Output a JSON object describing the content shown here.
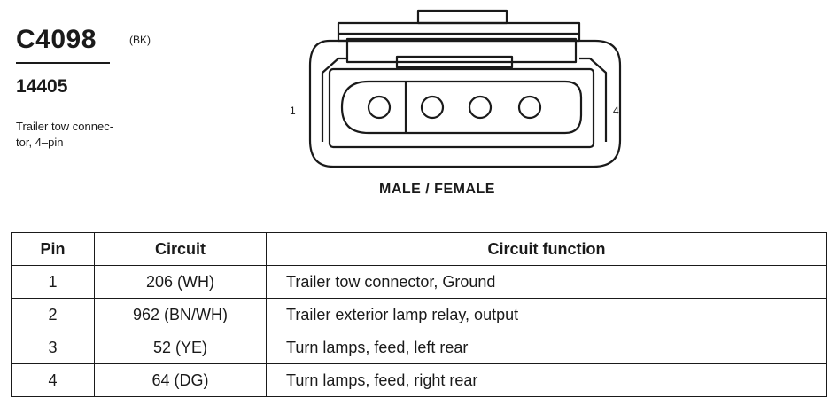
{
  "connector": {
    "id": "C4098",
    "color_code": "(BK)",
    "part_number": "14405",
    "description_line1": "Trailer tow connec-",
    "description_line2": "tor, 4–pin"
  },
  "diagram": {
    "pin_start_label": "1",
    "pin_end_label": "4",
    "gender_label": "MALE / FEMALE"
  },
  "table": {
    "headers": {
      "pin": "Pin",
      "circuit": "Circuit",
      "function": "Circuit function"
    },
    "rows": [
      {
        "pin": "1",
        "circuit": "206 (WH)",
        "function": "Trailer tow connector, Ground"
      },
      {
        "pin": "2",
        "circuit": "962 (BN/WH)",
        "function": "Trailer exterior lamp relay, output"
      },
      {
        "pin": "3",
        "circuit": "52 (YE)",
        "function": "Turn lamps, feed, left rear"
      },
      {
        "pin": "4",
        "circuit": "64 (DG)",
        "function": "Turn lamps, feed, right rear"
      }
    ]
  }
}
